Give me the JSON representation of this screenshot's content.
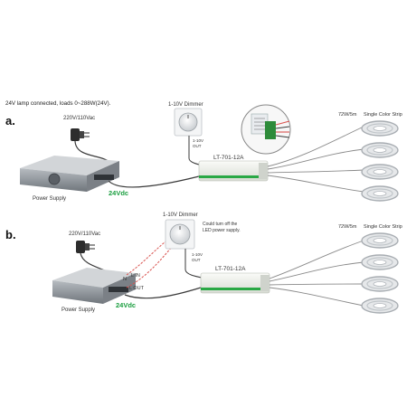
{
  "header": {
    "note": "24V lamp connected, loads 0~288W(24V)."
  },
  "colors": {
    "green_label": "#1a9e3f",
    "red_wire": "#d9534f",
    "dark_wire": "#3a3a3a",
    "gray_wire": "#9a9a9a",
    "power_supply_body": "#8f9499",
    "controller_body": "#eef0ec",
    "controller_band": "#29a845"
  },
  "section_a": {
    "label": "a.",
    "mains": "220V/110Vac",
    "power_supply": "Power Supply",
    "output_voltage": "24Vdc",
    "dimmer_title": "1-10V Dimmer",
    "dimmer_port_1": "1-10V",
    "dimmer_port_2": "OUT",
    "controller_model": "LT-701-12A",
    "strip_power": "72W/5m",
    "strip_type": "Single Color Strip",
    "strips": [
      "strip-1",
      "strip-2",
      "strip-3",
      "strip-4"
    ]
  },
  "section_b": {
    "label": "b.",
    "mains": "220V/110Vac",
    "power_supply": "Power Supply",
    "output_voltage": "24Vdc",
    "dimmer_title": "1-10V Dimmer",
    "dimmer_port_1": "1-10V",
    "dimmer_port_2": "OUT",
    "dimmer_note_1": "Could turn off the",
    "dimmer_note_2": "LED power supply.",
    "terminal_n": "N",
    "terminal_l_in": "L IN",
    "terminal_l_out": "L OUT",
    "controller_model": "LT-701-12A",
    "strip_power": "72W/5m",
    "strip_type": "Single Color Strip",
    "strips": [
      "strip-1",
      "strip-2",
      "strip-3",
      "strip-4"
    ]
  },
  "icons": {
    "plug": "plug-icon",
    "dimmer_knob": "dimmer-knob-icon",
    "led_reel": "led-strip-reel-icon",
    "magnifier": "terminal-zoom-icon"
  }
}
